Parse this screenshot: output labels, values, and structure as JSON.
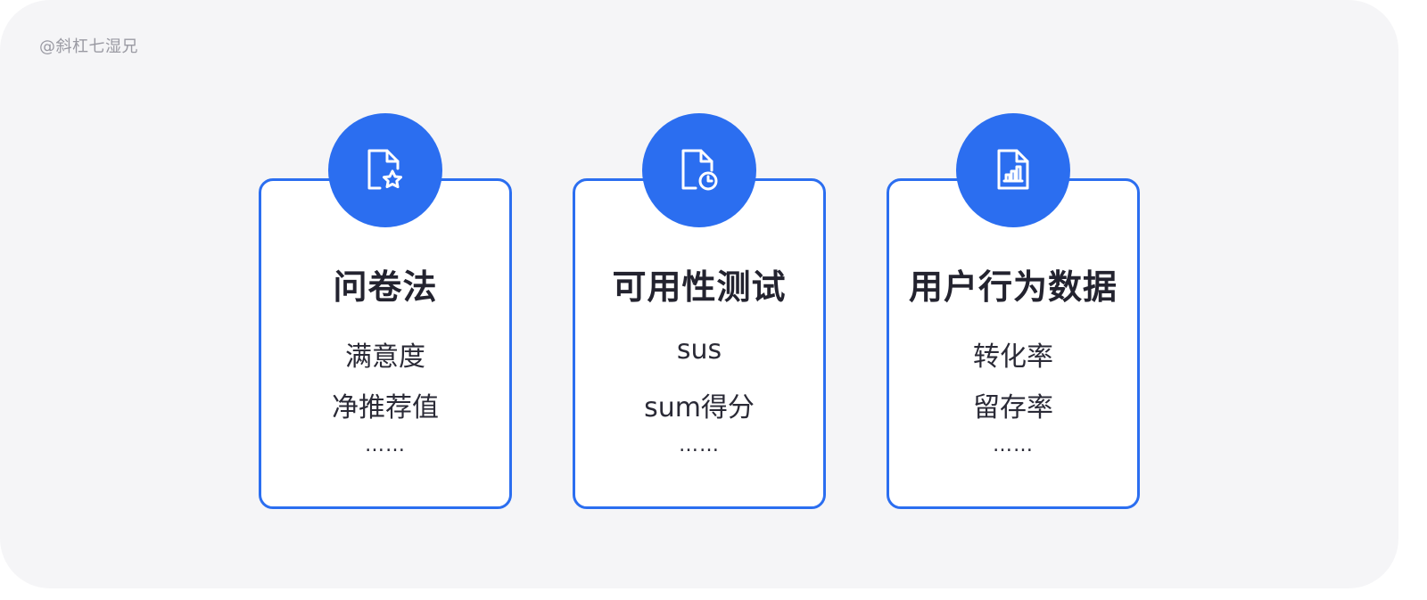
{
  "watermark": "@斜杠七湿兄",
  "colors": {
    "accent": "#2b6ef0",
    "background": "#f5f5f7",
    "text": "#23232f"
  },
  "cards": [
    {
      "icon": "document-star-icon",
      "title": "问卷法",
      "items": [
        "满意度",
        "净推荐值"
      ],
      "more": "……"
    },
    {
      "icon": "document-clock-icon",
      "title": "可用性测试",
      "items": [
        "sus",
        "sum得分"
      ],
      "more": "……"
    },
    {
      "icon": "document-chart-icon",
      "title": "用户行为数据",
      "items": [
        "转化率",
        "留存率"
      ],
      "more": "……"
    }
  ]
}
